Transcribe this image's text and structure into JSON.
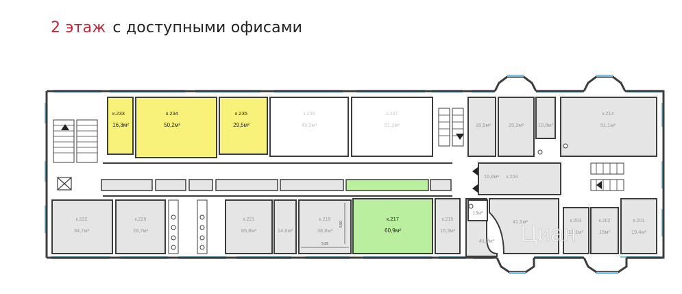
{
  "header": {
    "floor": "2 этаж",
    "subtitle": "с доступными офисами"
  },
  "colors": {
    "available": "#f8f27a",
    "selected": "#b9ef9e",
    "occupied": "#e5e5e6",
    "wall": "#3c3c3c",
    "window": "#6fc7ee"
  },
  "rooms": {
    "r233": {
      "num": "к.233",
      "area": "16,3м²",
      "status": "available"
    },
    "r234": {
      "num": "к.234",
      "area": "50,2м²",
      "status": "available"
    },
    "r235": {
      "num": "к.235",
      "area": "29,5м²",
      "status": "available"
    },
    "r236": {
      "num": "к.236",
      "area": "49,2м²",
      "status": "white"
    },
    "r237": {
      "num": "к.237",
      "area": "51,2м²",
      "status": "white"
    },
    "n1": {
      "area": "16,9м²"
    },
    "n2": {
      "area": "25,3м²"
    },
    "n3": {
      "area": "10,8м²"
    },
    "r214": {
      "num": "к.214",
      "area": "51,1м²"
    },
    "r204": {
      "num": "к.204",
      "area": "16,8м²"
    },
    "r232": {
      "num": "к.232",
      "area": "34,7м²"
    },
    "r229": {
      "num": "к.229",
      "area": "28,7м²"
    },
    "r221": {
      "num": "к.221",
      "area": "85,8м²"
    },
    "n4": {
      "area": "14,6м²"
    },
    "r219": {
      "num": "к.219",
      "area": "38,8м²"
    },
    "r217": {
      "num": "к.217",
      "area": "60,9м²",
      "status": "selected"
    },
    "r215": {
      "num": "к.215",
      "area": "16,3м²"
    },
    "n5": {
      "area": "13м²"
    },
    "n6": {
      "area": "41,2м²"
    },
    "n7": {
      "area": "41,5м²"
    },
    "r203": {
      "num": "к.203",
      "area": "11,1м²"
    },
    "r202": {
      "num": "к.202",
      "area": "15м²"
    },
    "r201": {
      "num": "к.201",
      "area": "19,4м²"
    }
  },
  "dimensions": {
    "width": "5,39",
    "height": "5,50"
  },
  "watermark": "Циан"
}
